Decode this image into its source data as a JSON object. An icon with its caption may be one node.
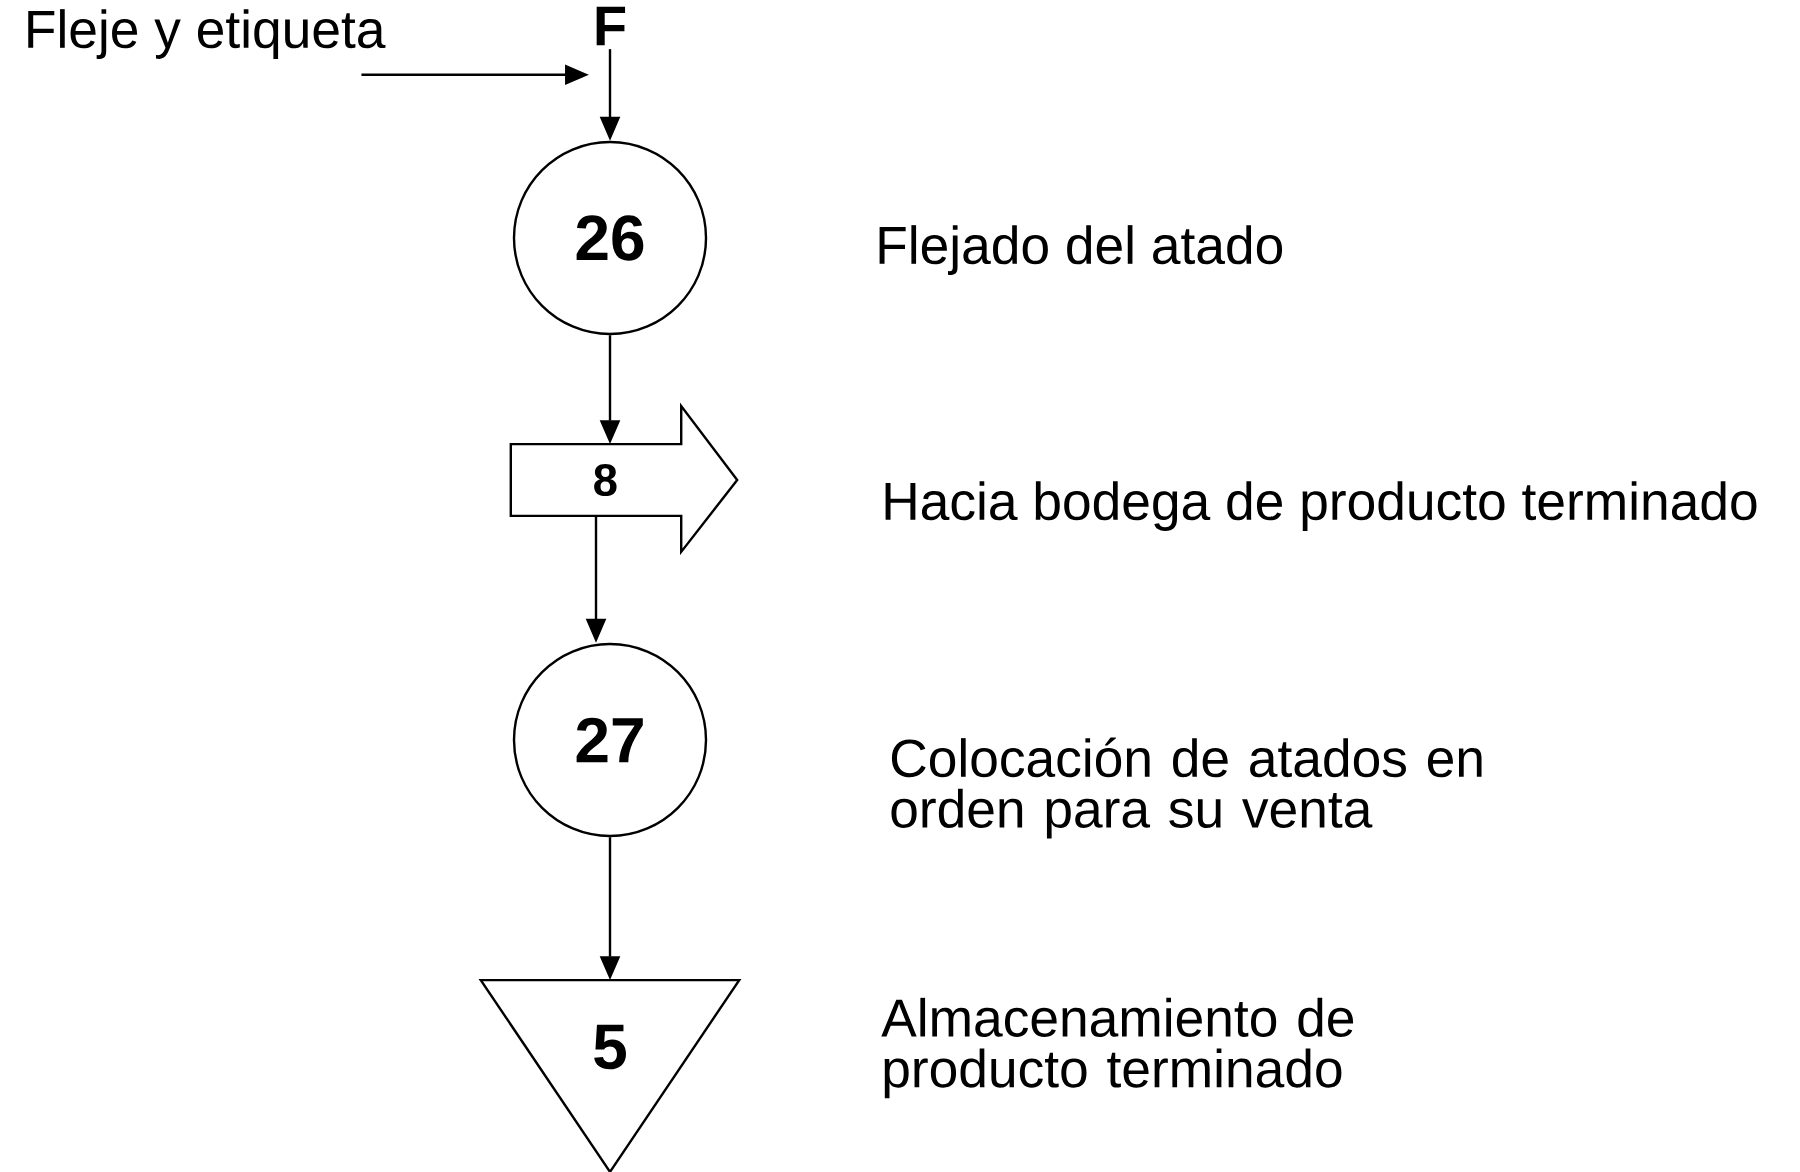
{
  "diagram": {
    "nodes": [
      {
        "text": [
          "Fleje y etiqueta"
        ]
      },
      {
        "text": [
          "F"
        ]
      },
      {
        "text": [
          "26"
        ]
      },
      {
        "text": [
          "8"
        ]
      },
      {
        "text": [
          "27"
        ]
      },
      {
        "text": [
          "5"
        ]
      }
    ],
    "edges": [
      {
        "from": 0,
        "to": 1,
        "arrow": "to"
      },
      {
        "from": 1,
        "to": 2,
        "arrow": "to"
      },
      {
        "from": 2,
        "to": 3,
        "arrow": "to"
      },
      {
        "from": 3,
        "to": 4,
        "arrow": "to"
      },
      {
        "from": 4,
        "to": 5,
        "arrow": "to"
      }
    ],
    "labels": [
      "Flejado del atado",
      "Hacia bodega de producto terminado",
      "Colocación de atados en orden para su venta",
      "Almacenamiento de producto terminado"
    ]
  }
}
